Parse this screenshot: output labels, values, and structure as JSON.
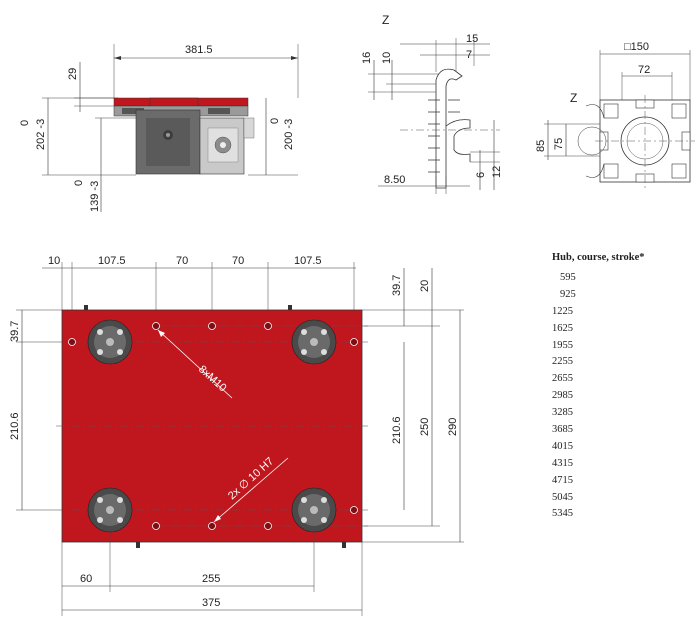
{
  "top_view": {
    "width_label": "381.5",
    "height_29": "29",
    "left_upper_0": "0",
    "left_upper_val": "202 -3",
    "left_lower_0": "0",
    "left_lower_val": "139 -3",
    "right_0": "0",
    "right_val": "200 -3"
  },
  "profile_detail": {
    "title": "Z",
    "d15": "15",
    "d7": "7",
    "d16": "16",
    "d10": "10",
    "d6": "6",
    "d12": "12",
    "d850": "8.50"
  },
  "profile_section": {
    "square": "□150",
    "d72": "72",
    "z_label": "Z",
    "d85": "85",
    "d75": "75"
  },
  "plate_view": {
    "top_10": "10",
    "top_107a": "107.5",
    "top_70a": "70",
    "top_70b": "70",
    "top_107b": "107.5",
    "right_397": "39.7",
    "right_20": "20",
    "left_397": "39.7",
    "left_2106": "210.6",
    "right_2106": "210.6",
    "right_250": "250",
    "right_290": "290",
    "label_m10": "8xM10",
    "label_h7": "2x ∅ 10 H7",
    "bottom_60": "60",
    "bottom_255": "255",
    "bottom_375": "375"
  },
  "stroke_table": {
    "header": "Hub, course, stroke*",
    "values": [
      "595",
      "925",
      "1225",
      "1625",
      "1955",
      "2255",
      "2655",
      "2985",
      "3285",
      "3685",
      "4015",
      "4315",
      "4715",
      "5045",
      "5345"
    ]
  },
  "colors": {
    "plate_red": "#c0171e",
    "machine_grey": "#6b6b6b",
    "light_grey": "#c9c9c9"
  }
}
